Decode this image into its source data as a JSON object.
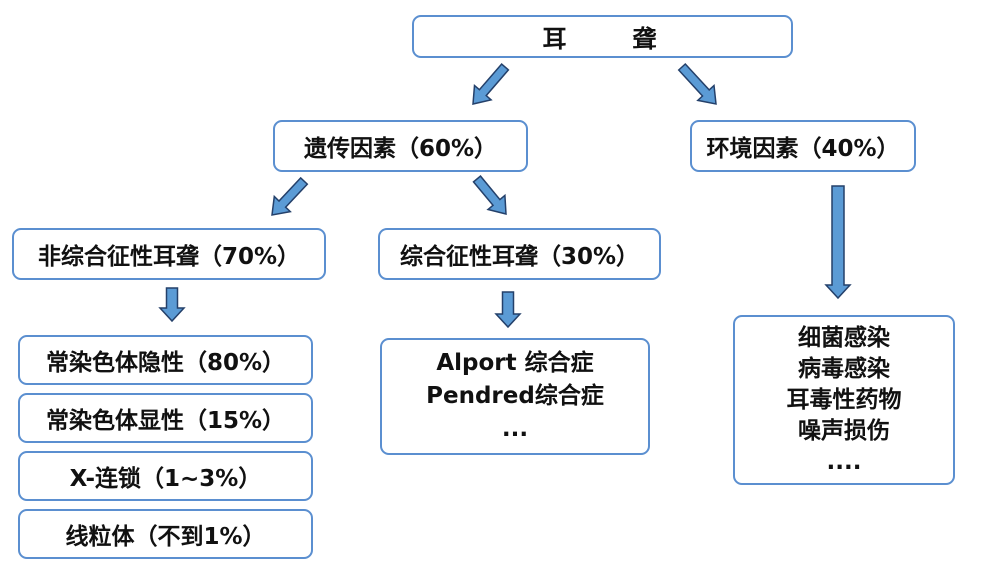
{
  "root": {
    "label": "耳　　聋"
  },
  "genetic": {
    "label": "遗传因素（60%）",
    "nonsyndromic": {
      "label": "非综合征性耳聋（70%）",
      "items": [
        "常染色体隐性（80%）",
        "常染色体显性（15%）",
        "X-连锁（1~3%）",
        "线粒体（不到1%）"
      ]
    },
    "syndromic": {
      "label": "综合征性耳聋（30%）",
      "items": [
        "Alport 综合症",
        "Pendred综合症",
        "..."
      ]
    }
  },
  "environmental": {
    "label": "环境因素（40%）",
    "items": [
      "细菌感染",
      "病毒感染",
      "耳毒性药物",
      "噪声损伤",
      "...."
    ]
  },
  "colors": {
    "box_border": "#5b8fd0",
    "arrow_fill": "#5b9bd5",
    "arrow_outline": "#24406a"
  }
}
